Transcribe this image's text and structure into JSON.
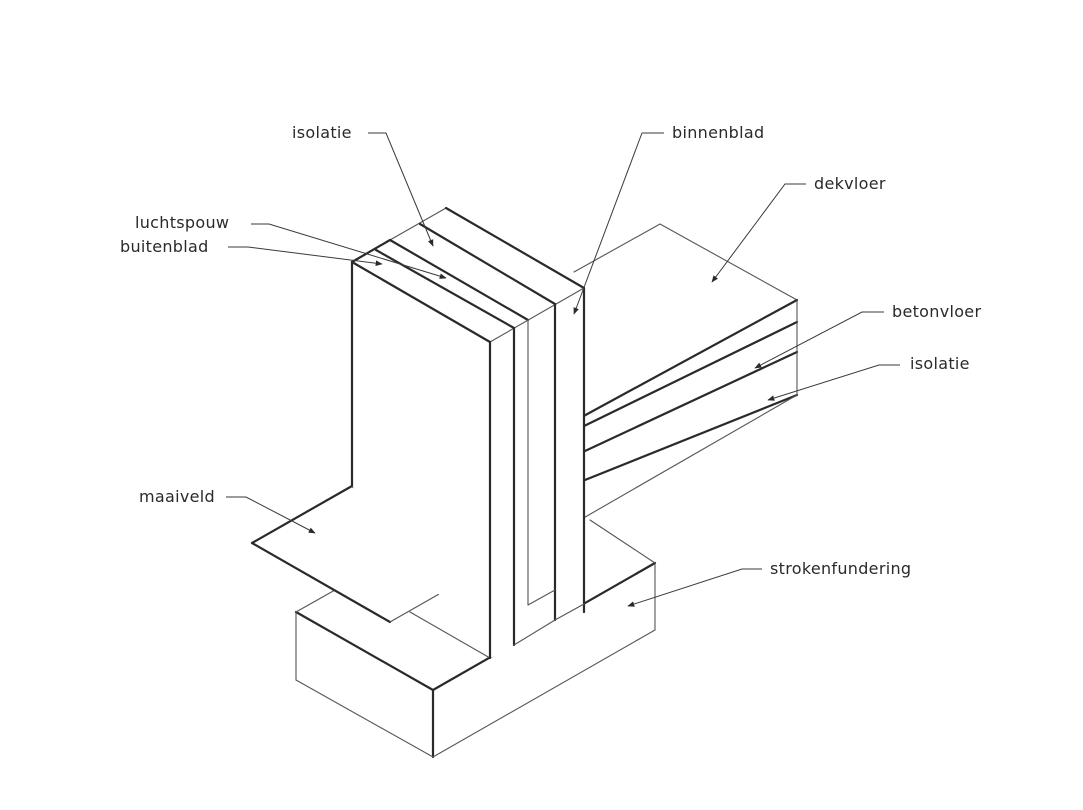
{
  "labels": {
    "isolatie_wall": "isolatie",
    "binnenblad": "binnenblad",
    "dekvloer": "dekvloer",
    "luchtspouw": "luchtspouw",
    "buitenblad": "buitenblad",
    "betonvloer": "betonvloer",
    "isolatie_floor": "isolatie",
    "maaiveld": "maaiveld",
    "strokenfundering": "strokenfundering"
  },
  "colors": {
    "ink": "#2a2a2a",
    "paper": "#ffffff"
  }
}
